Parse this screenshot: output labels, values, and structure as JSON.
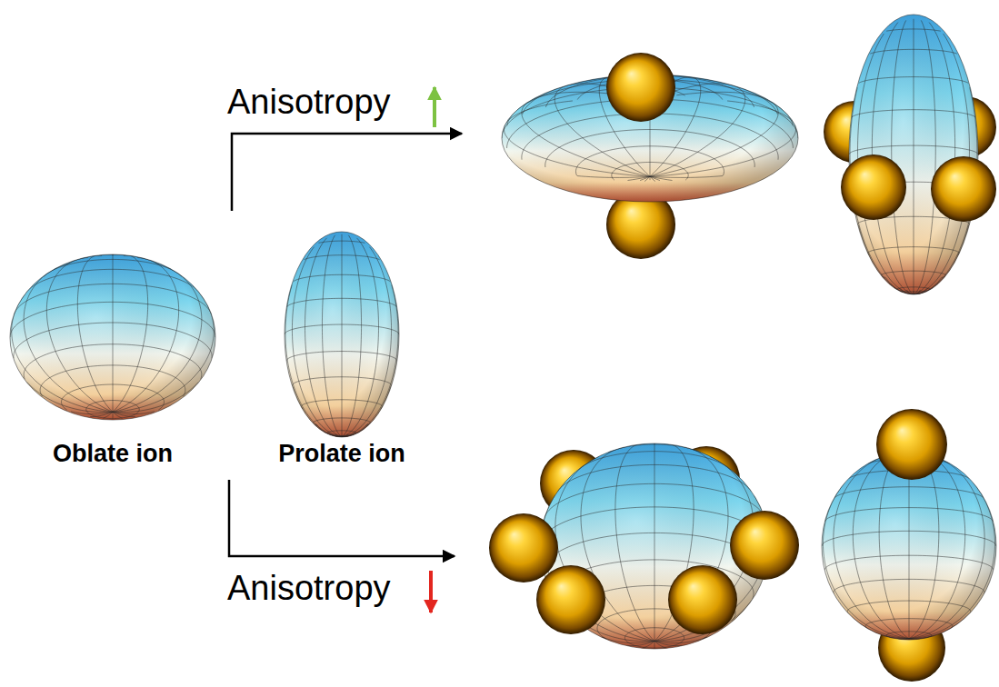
{
  "diagram": {
    "labels": [
      "Anisotropy",
      "Oblate ion",
      "Prolate ion",
      "Anisotropy"
    ]
  }
}
